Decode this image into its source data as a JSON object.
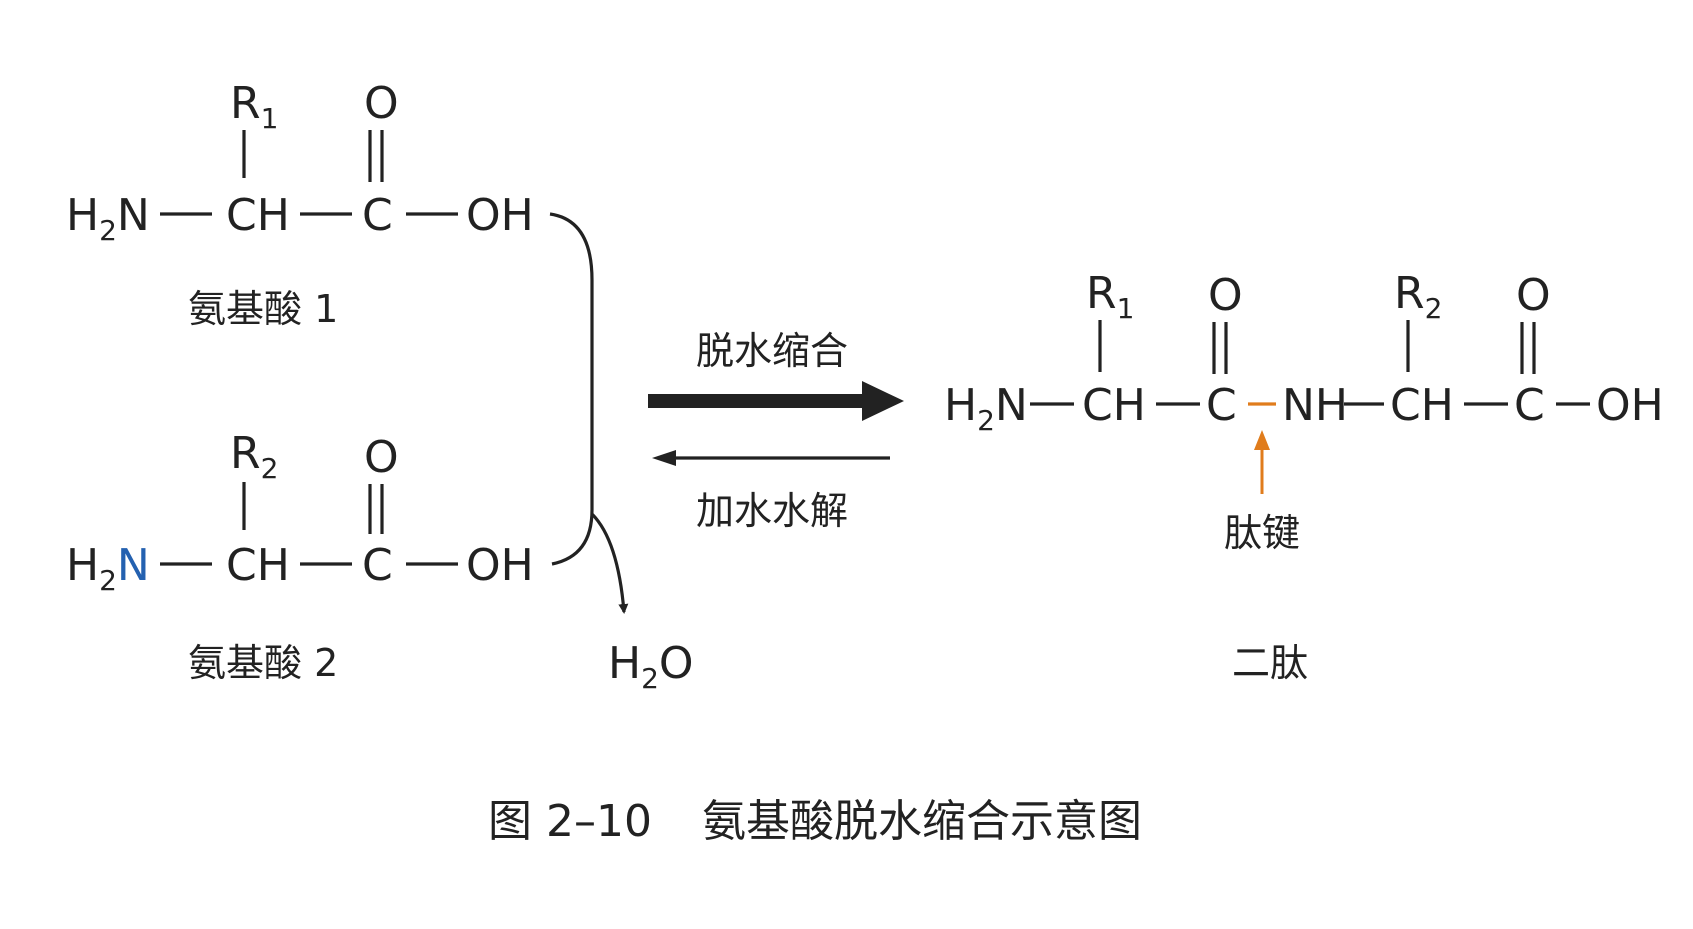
{
  "colors": {
    "text": "#222222",
    "blue": "#2461b0",
    "orange": "#e07c1c"
  },
  "atoms": {
    "H": "H",
    "N": "N",
    "NH": "NH",
    "CH": "CH",
    "C": "C",
    "O": "O",
    "OH": "OH",
    "R": "R",
    "sub2": "2",
    "r1_sub": "1",
    "r2_sub": "2"
  },
  "labels": {
    "amino_acid_1": "氨基酸 1",
    "amino_acid_2": "氨基酸 2",
    "water": "H2O",
    "forward": "脱水缩合",
    "reverse": "加水水解",
    "peptide_bond": "肽键",
    "dipeptide": "二肽"
  },
  "caption": {
    "number": "图 2–10",
    "title": "氨基酸脱水缩合示意图"
  }
}
